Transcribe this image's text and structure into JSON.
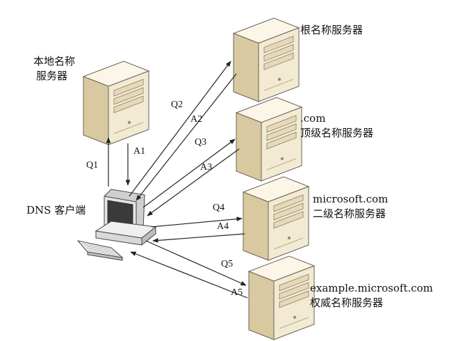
{
  "colors": {
    "server_front": "#f3ead3",
    "server_side": "#d9c9a1",
    "server_top": "#fbf6e8",
    "outline": "#6b6255",
    "arrow": "#222222"
  },
  "nodes": {
    "local_server": {
      "line1": "本地名称",
      "line2": "服务器"
    },
    "root_server": {
      "line1": "根名称服务器"
    },
    "tld_server": {
      "line1": ".com",
      "line2": "顶级名称服务器"
    },
    "second_level_server": {
      "line1": "microsoft.com",
      "line2": "二级名称服务器"
    },
    "authoritative_server": {
      "line1": "example.microsoft.com",
      "line2": "权威名称服务器"
    },
    "dns_client": {
      "label": "DNS 客户端"
    }
  },
  "messages": {
    "q1": "Q1",
    "a1": "A1",
    "q2": "Q2",
    "a2": "A2",
    "q3": "Q3",
    "a3": "A3",
    "q4": "Q4",
    "a4": "A4",
    "q5": "Q5",
    "a5": "A5"
  }
}
